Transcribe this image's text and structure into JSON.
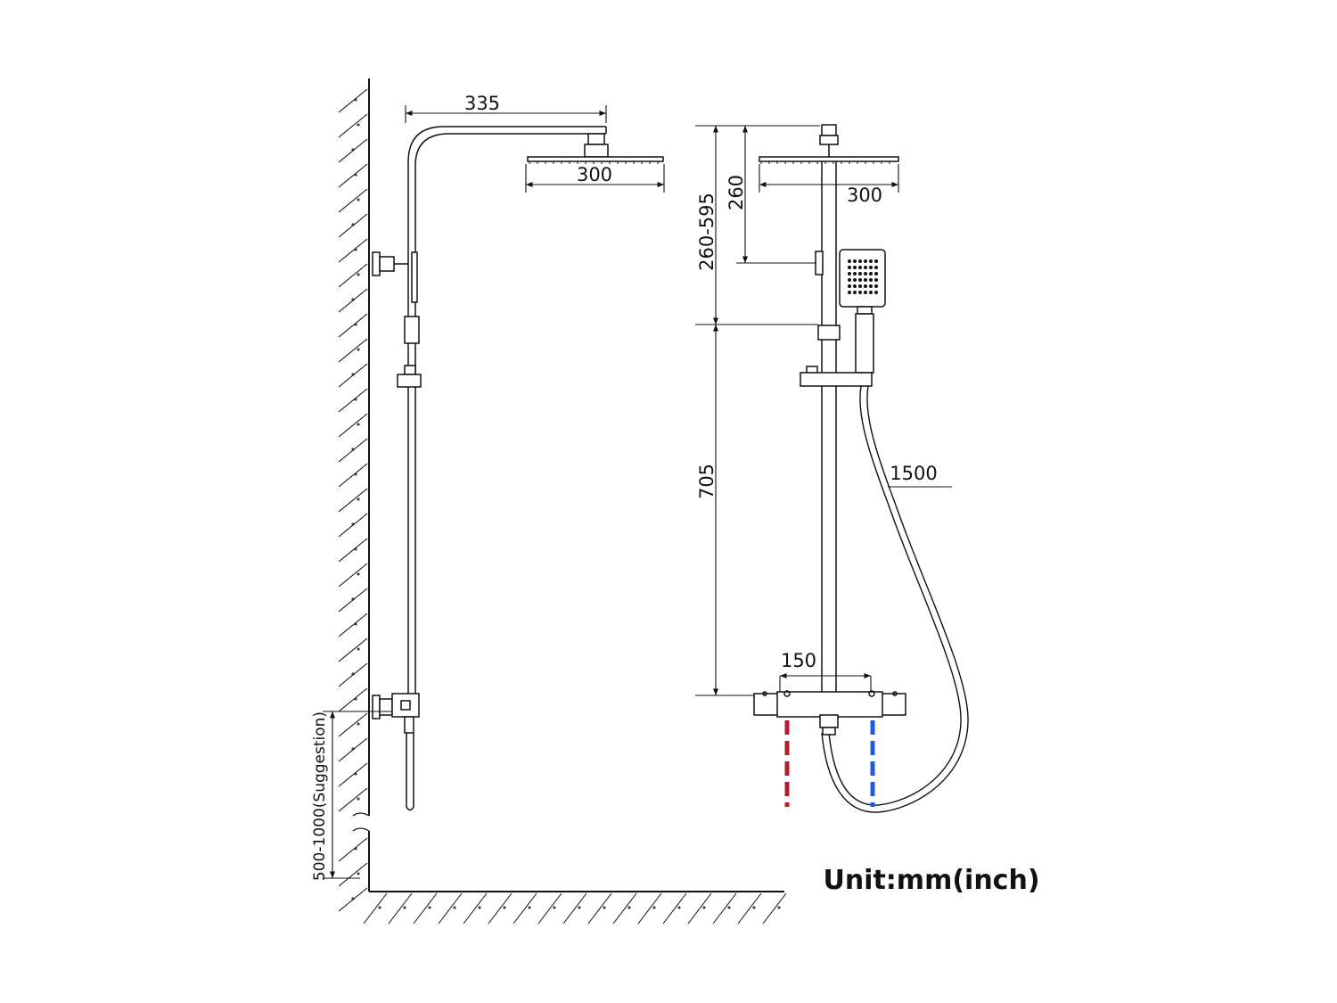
{
  "dimensions": {
    "arm_length": "335",
    "head_width_side": "300",
    "head_width_front": "300",
    "head_to_holder": "260",
    "adjustable_range": "260-595",
    "bar_height": "705",
    "hose_length": "1500",
    "inlet_spacing": "150",
    "mount_height": "500-1000(Suggestion)"
  },
  "unit_label": "Unit:mm(inch)",
  "colors": {
    "line": "#111111",
    "hot_inlet": "#b01e2a",
    "cold_inlet": "#1f5bd6"
  }
}
